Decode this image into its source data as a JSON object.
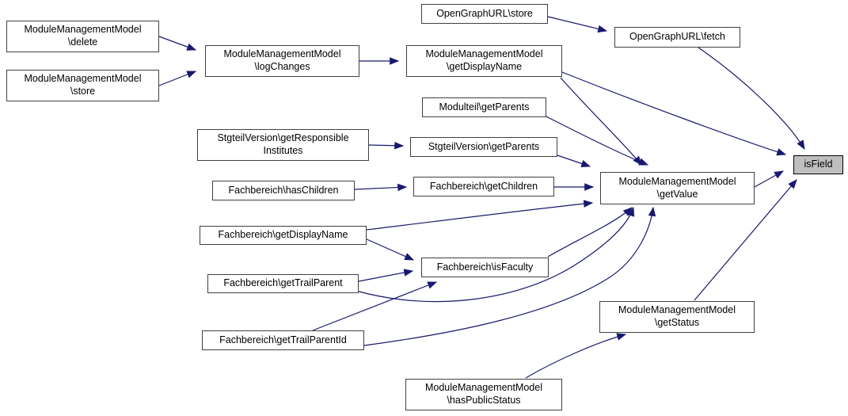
{
  "diagram": {
    "type": "call-graph",
    "colors": {
      "background": "#ffffff",
      "edge": "#191970",
      "node_border": "#404040",
      "node_fill": "#ffffff",
      "highlight_fill": "#bfbfbf",
      "text": "#000000"
    },
    "highlighted_node": "isField",
    "nodes": [
      {
        "id": "mmm-delete",
        "label": "ModuleManagementModel\n\\delete",
        "highlighted": false
      },
      {
        "id": "mmm-store",
        "label": "ModuleManagementModel\n\\store",
        "highlighted": false
      },
      {
        "id": "mmm-logchanges",
        "label": "ModuleManagementModel\n\\logChanges",
        "highlighted": false
      },
      {
        "id": "opengraphurl-store",
        "label": "OpenGraphURL\\store",
        "highlighted": false
      },
      {
        "id": "opengraphurl-fetch",
        "label": "OpenGraphURL\\fetch",
        "highlighted": false
      },
      {
        "id": "mmm-getdisplayname",
        "label": "ModuleManagementModel\n\\getDisplayName",
        "highlighted": false
      },
      {
        "id": "modulteil-getparents",
        "label": "Modulteil\\getParents",
        "highlighted": false
      },
      {
        "id": "stgteilversion-getresponsibleinstitutes",
        "label": "StgteilVersion\\getResponsible\nInstitutes",
        "highlighted": false
      },
      {
        "id": "stgteilversion-getparents",
        "label": "StgteilVersion\\getParents",
        "highlighted": false
      },
      {
        "id": "fachbereich-haschildren",
        "label": "Fachbereich\\hasChildren",
        "highlighted": false
      },
      {
        "id": "fachbereich-getchildren",
        "label": "Fachbereich\\getChildren",
        "highlighted": false
      },
      {
        "id": "mmm-getvalue",
        "label": "ModuleManagementModel\n\\getValue",
        "highlighted": false
      },
      {
        "id": "fachbereich-getdisplayname",
        "label": "Fachbereich\\getDisplayName",
        "highlighted": false
      },
      {
        "id": "fachbereich-isfaculty",
        "label": "Fachbereich\\isFaculty",
        "highlighted": false
      },
      {
        "id": "fachbereich-gettrailparent",
        "label": "Fachbereich\\getTrailParent",
        "highlighted": false
      },
      {
        "id": "fachbereich-gettrailparentid",
        "label": "Fachbereich\\getTrailParentId",
        "highlighted": false
      },
      {
        "id": "isfield",
        "label": "isField",
        "highlighted": true
      },
      {
        "id": "mmm-getstatus",
        "label": "ModuleManagementModel\n\\getStatus",
        "highlighted": false
      },
      {
        "id": "mmm-haspublicstatus",
        "label": "ModuleManagementModel\n\\hasPublicStatus",
        "highlighted": false
      }
    ],
    "edges": [
      {
        "from": "mmm-delete",
        "to": "mmm-logchanges"
      },
      {
        "from": "mmm-store",
        "to": "mmm-logchanges"
      },
      {
        "from": "mmm-logchanges",
        "to": "mmm-getdisplayname"
      },
      {
        "from": "opengraphurl-store",
        "to": "opengraphurl-fetch"
      },
      {
        "from": "opengraphurl-fetch",
        "to": "isfield"
      },
      {
        "from": "mmm-getdisplayname",
        "to": "isfield"
      },
      {
        "from": "mmm-getdisplayname",
        "to": "mmm-getvalue"
      },
      {
        "from": "modulteil-getparents",
        "to": "mmm-getvalue"
      },
      {
        "from": "stgteilversion-getresponsibleinstitutes",
        "to": "stgteilversion-getparents"
      },
      {
        "from": "stgteilversion-getparents",
        "to": "mmm-getvalue"
      },
      {
        "from": "fachbereich-haschildren",
        "to": "fachbereich-getchildren"
      },
      {
        "from": "fachbereich-getchildren",
        "to": "mmm-getvalue"
      },
      {
        "from": "fachbereich-getdisplayname",
        "to": "mmm-getvalue"
      },
      {
        "from": "fachbereich-getdisplayname",
        "to": "fachbereich-isfaculty"
      },
      {
        "from": "fachbereich-gettrailparent",
        "to": "fachbereich-isfaculty"
      },
      {
        "from": "fachbereich-gettrailparent",
        "to": "mmm-getvalue"
      },
      {
        "from": "fachbereich-gettrailparentid",
        "to": "fachbereich-isfaculty"
      },
      {
        "from": "fachbereich-gettrailparentid",
        "to": "mmm-getvalue"
      },
      {
        "from": "fachbereich-isfaculty",
        "to": "mmm-getvalue"
      },
      {
        "from": "mmm-getvalue",
        "to": "isfield"
      },
      {
        "from": "mmm-getstatus",
        "to": "isfield"
      },
      {
        "from": "mmm-haspublicstatus",
        "to": "mmm-getstatus"
      }
    ]
  }
}
